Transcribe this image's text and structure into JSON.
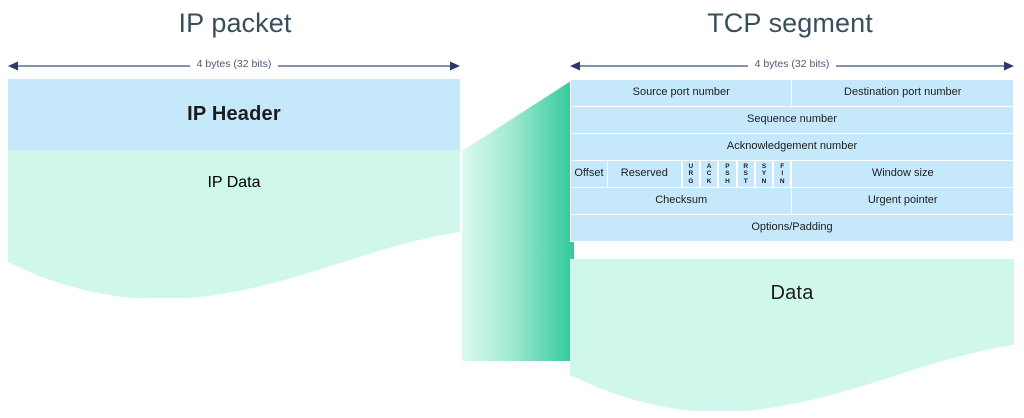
{
  "colors": {
    "header_fill": "#c5e8fb",
    "data_fill": "#d0f7ec",
    "connector_light": "#d6f6ec",
    "connector_dark": "#2fc99a",
    "title_text": "#37505c",
    "ruler_line": "#3f4f80",
    "body_text": "#1d1d1d",
    "background": "#ffffff"
  },
  "ip_panel": {
    "title": "IP packet",
    "ruler_label": "4 bytes (32 bits)",
    "header_label": "IP Header",
    "data_label": "IP Data"
  },
  "tcp_panel": {
    "title": "TCP segment",
    "ruler_label": "4 bytes (32 bits)",
    "data_label": "Data",
    "rows": [
      {
        "cells": [
          {
            "label": "Source port number",
            "span": 6
          },
          {
            "label": "Destination port number",
            "span": 6
          }
        ]
      },
      {
        "cells": [
          {
            "label": "Sequence number",
            "span": 12
          }
        ]
      },
      {
        "cells": [
          {
            "label": "Acknowledgement number",
            "span": 12
          }
        ]
      },
      {
        "cells": [
          {
            "label": "Offset",
            "span": 1
          },
          {
            "label": "Reserved",
            "span": 2
          },
          {
            "label": "flags",
            "span": 3,
            "flags": [
              "URG",
              "ACK",
              "PSH",
              "RST",
              "SYN",
              "FIN"
            ]
          },
          {
            "label": "Window size",
            "span": 6
          }
        ]
      },
      {
        "cells": [
          {
            "label": "Checksum",
            "span": 6
          },
          {
            "label": "Urgent pointer",
            "span": 6
          }
        ]
      },
      {
        "cells": [
          {
            "label": "Options/Padding",
            "span": 12
          }
        ]
      }
    ]
  }
}
